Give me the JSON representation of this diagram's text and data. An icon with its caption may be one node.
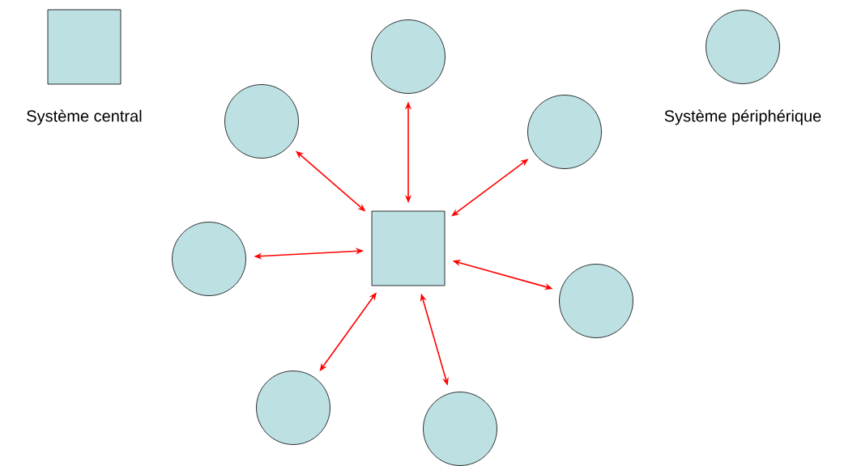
{
  "diagram": {
    "nodes": [
      {
        "text": [],
        "shape": "box"
      },
      {
        "text": [],
        "shape": "circle"
      },
      {
        "text": [],
        "shape": "circle"
      },
      {
        "text": [],
        "shape": "circle"
      },
      {
        "text": [],
        "shape": "circle"
      },
      {
        "text": [],
        "shape": "circle"
      },
      {
        "text": [],
        "shape": "circle"
      },
      {
        "text": [],
        "shape": "circle"
      }
    ],
    "edges": [
      {
        "from": 0,
        "to": 1,
        "arrow": "both"
      },
      {
        "from": 0,
        "to": 2,
        "arrow": "both"
      },
      {
        "from": 0,
        "to": 3,
        "arrow": "both"
      },
      {
        "from": 0,
        "to": 4,
        "arrow": "both"
      },
      {
        "from": 0,
        "to": 5,
        "arrow": "both"
      },
      {
        "from": 0,
        "to": 6,
        "arrow": "both"
      },
      {
        "from": 0,
        "to": 7,
        "arrow": "both"
      }
    ],
    "legend": [
      {
        "text": "Système central"
      },
      {
        "text": "Système périphérique"
      }
    ]
  }
}
